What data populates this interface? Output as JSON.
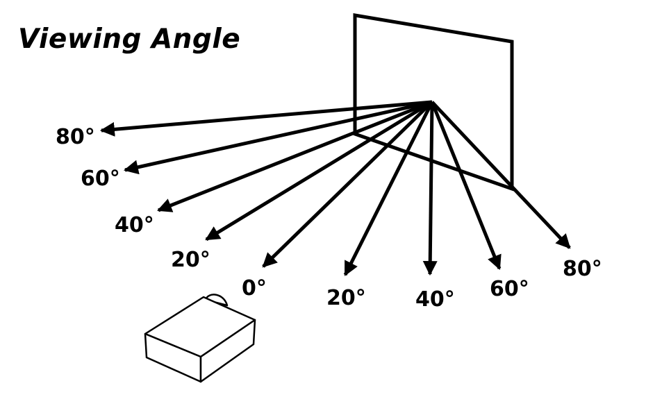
{
  "title": "Viewing Angle",
  "colors": {
    "ink": "#000000",
    "background": "#ffffff"
  },
  "angles": [
    {
      "label": "80°",
      "side": "left"
    },
    {
      "label": "60°",
      "side": "left"
    },
    {
      "label": "40°",
      "side": "left"
    },
    {
      "label": "20°",
      "side": "left"
    },
    {
      "label": "0°",
      "side": "center"
    },
    {
      "label": "20°",
      "side": "right"
    },
    {
      "label": "40°",
      "side": "right"
    },
    {
      "label": "60°",
      "side": "right"
    },
    {
      "label": "80°",
      "side": "right"
    }
  ],
  "objects": {
    "screen": "screen-panel",
    "projector": "projector-box"
  }
}
